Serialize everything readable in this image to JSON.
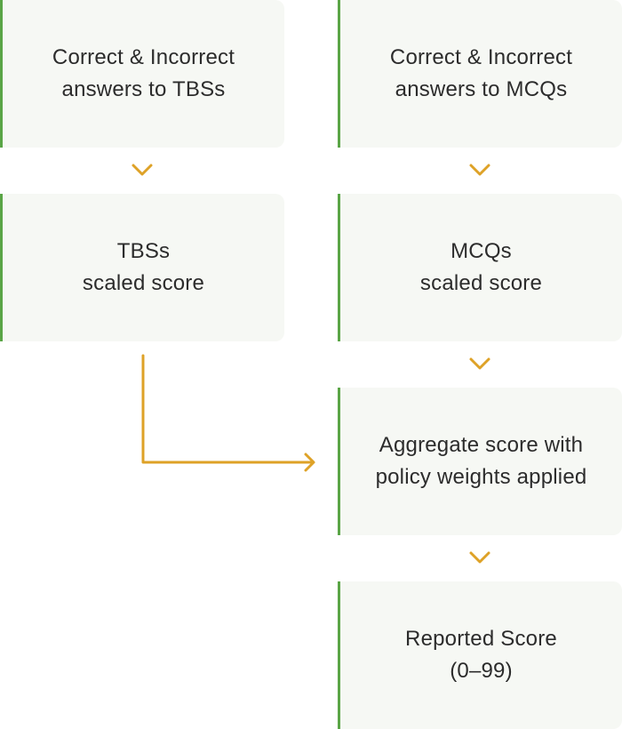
{
  "colors": {
    "accent_green": "#5aa546",
    "arrow_gold": "#dea227",
    "box_fill": "#f6f8f4",
    "text": "#2c2c2c"
  },
  "boxes": {
    "tbs_answers": {
      "line1": "Correct & Incorrect",
      "line2": "answers to TBSs"
    },
    "mcq_answers": {
      "line1": "Correct & Incorrect",
      "line2": "answers to MCQs"
    },
    "tbs_scaled": {
      "line1": "TBSs",
      "line2": "scaled score"
    },
    "mcq_scaled": {
      "line1": "MCQs",
      "line2": "scaled score"
    },
    "aggregate": {
      "line1": "Aggregate score with",
      "line2": "policy weights applied"
    },
    "reported": {
      "line1": "Reported Score",
      "line2": "(0–99)"
    }
  },
  "icons": {
    "down_chevron": "chevron-down-icon",
    "elbow_arrow": "elbow-arrow-right-icon"
  }
}
